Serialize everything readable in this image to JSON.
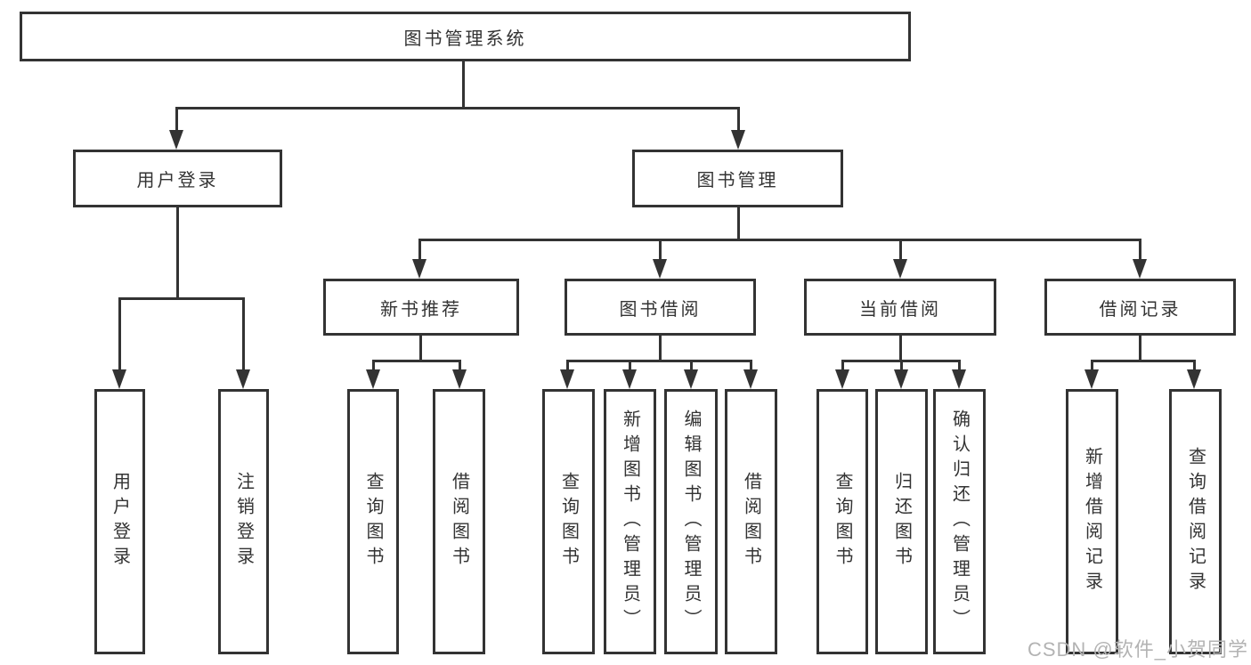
{
  "tree": {
    "root": "图书管理系统",
    "branches": [
      {
        "label": "用户登录",
        "children": [
          "用户登录",
          "注销登录"
        ]
      },
      {
        "label": "图书管理",
        "sections": [
          {
            "label": "新书推荐",
            "children": [
              "查询图书",
              "借阅图书"
            ]
          },
          {
            "label": "图书借阅",
            "children": [
              "查询图书",
              "新增图书（管理员）",
              "编辑图书（管理员）",
              "借阅图书"
            ]
          },
          {
            "label": "当前借阅",
            "children": [
              "查询图书",
              "归还图书",
              "确认归还（管理员）"
            ]
          },
          {
            "label": "借阅记录",
            "children": [
              "新增借阅记录",
              "查询借阅记录"
            ]
          }
        ]
      }
    ]
  },
  "watermark": "CSDN @软件_小贺同学",
  "colors": {
    "line": "#333333",
    "text": "#333333",
    "background": "#ffffff",
    "watermark": "#b3b3b3"
  }
}
